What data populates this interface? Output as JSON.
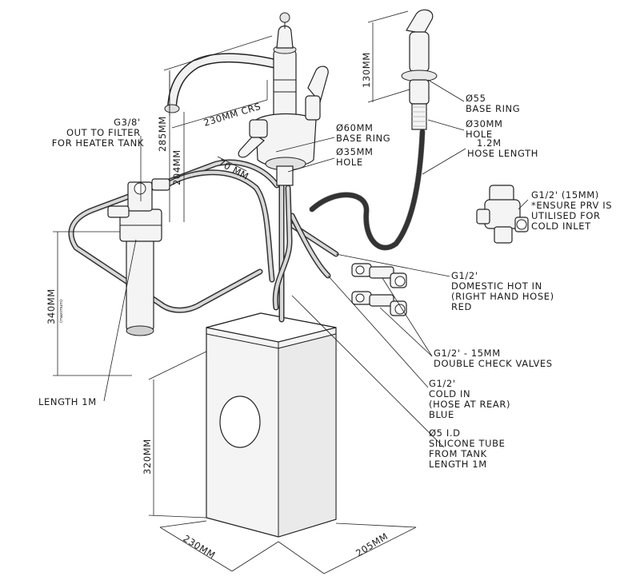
{
  "labels": {
    "out_to_filter": [
      "G3/8'",
      "OUT TO FILTER",
      "FOR HEATER TANK"
    ],
    "base_ring_60": [
      "Ø60MM",
      "BASE RING"
    ],
    "hole_35": [
      "Ø35MM",
      "HOLE"
    ],
    "base_ring_55": [
      "Ø55",
      "BASE RING"
    ],
    "hole_30": [
      "Ø30MM",
      "HOLE"
    ],
    "hose_length": [
      "1.2M",
      "HOSE LENGTH"
    ],
    "prv": [
      "G1/2' (15MM)",
      "*ENSURE PRV IS",
      "UTILISED FOR",
      "COLD INLET"
    ],
    "domestic_hot": [
      "G1/2'",
      "DOMESTIC HOT IN",
      "(RIGHT HAND HOSE)",
      "RED"
    ],
    "check_valves": [
      "G1/2' - 15MM",
      "DOUBLE CHECK VALVES"
    ],
    "cold_in": [
      "G1/2'",
      "COLD IN",
      "(HOSE AT REAR)",
      "BLUE"
    ],
    "silicone_tube": [
      "Ø5 I.D",
      "SILICONE TUBE",
      "FROM TANK",
      "LENGTH 1M"
    ],
    "length_1m": "LENGTH 1M"
  },
  "dimensions": {
    "crs": "230MM CRS",
    "tap_height": "285MM",
    "spout_height": "204MM",
    "lever_offset": "70 MM",
    "spray_height": "130MM",
    "filter_height": "340MM",
    "filter_height_sub": "(maximum)",
    "tank_height": "320MM",
    "tank_width": "230MM",
    "tank_depth": "205MM"
  }
}
